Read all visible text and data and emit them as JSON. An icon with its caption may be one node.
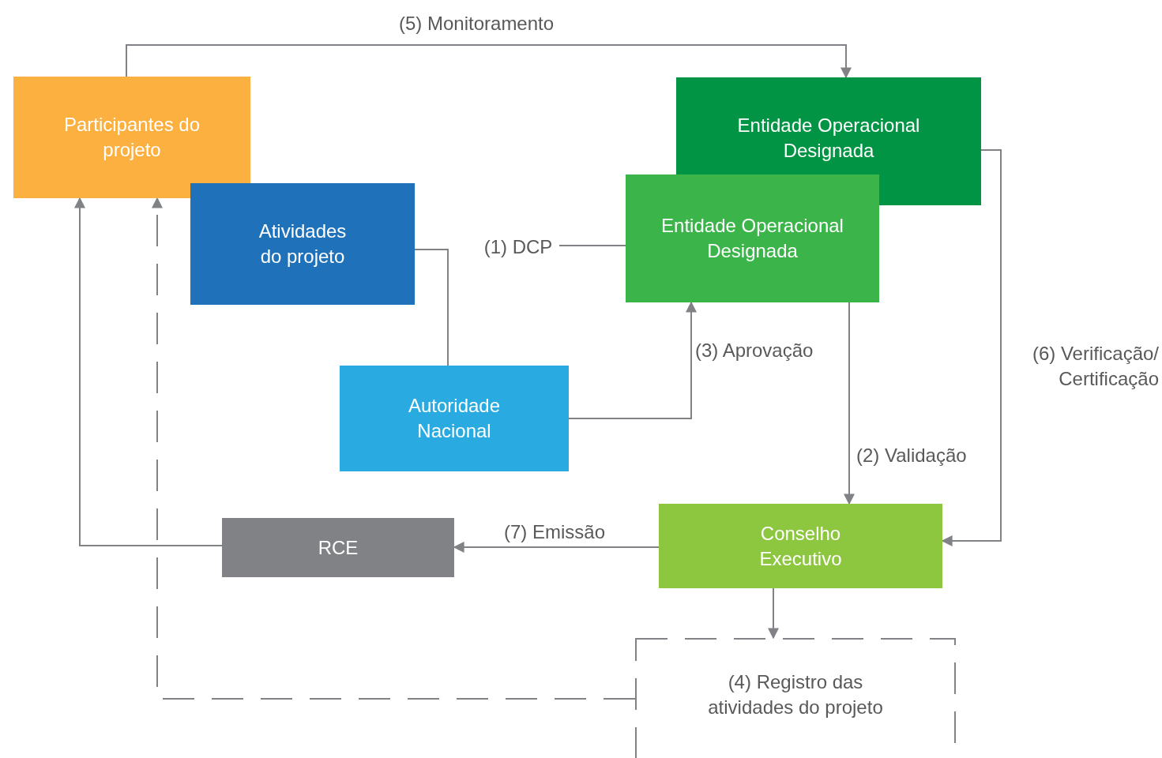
{
  "diagram": {
    "nodes": [
      {
        "text": [
          "Participantes do projeto"
        ]
      },
      {
        "text": [
          "Entidade Operacional Designada"
        ]
      },
      {
        "text": [
          "Atividades do projeto"
        ]
      },
      {
        "text": [
          "Entidade Operacional Designada"
        ]
      },
      {
        "text": [
          "(1) DCP"
        ]
      },
      {
        "text": [
          "Autoridade Nacional"
        ]
      },
      {
        "text": [
          "Conselho Executivo"
        ]
      },
      {
        "text": [
          "RCE"
        ]
      },
      {
        "text": [
          "(4) Registro das atividades do projeto"
        ]
      }
    ],
    "edges": [
      {
        "from": 0,
        "to": 1,
        "arrow": "to",
        "label": "(5) Monitoramento"
      },
      {
        "from": 2,
        "to": 5,
        "arrow": "none"
      },
      {
        "from": 4,
        "to": 3,
        "arrow": "none"
      },
      {
        "from": 5,
        "to": 3,
        "arrow": "to",
        "label": "(3) Aprovação"
      },
      {
        "from": 3,
        "to": 6,
        "arrow": "to",
        "label": "(2) Validação"
      },
      {
        "from": 1,
        "to": 6,
        "arrow": "to",
        "label": "(6) Verificação/ Certificação"
      },
      {
        "from": 6,
        "to": 7,
        "arrow": "to",
        "label": "(7) Emissão"
      },
      {
        "from": 7,
        "to": 0,
        "arrow": "to"
      },
      {
        "from": 6,
        "to": 8,
        "arrow": "to"
      },
      {
        "from": 8,
        "to": 0,
        "arrow": "to",
        "style": "dashed"
      }
    ]
  }
}
